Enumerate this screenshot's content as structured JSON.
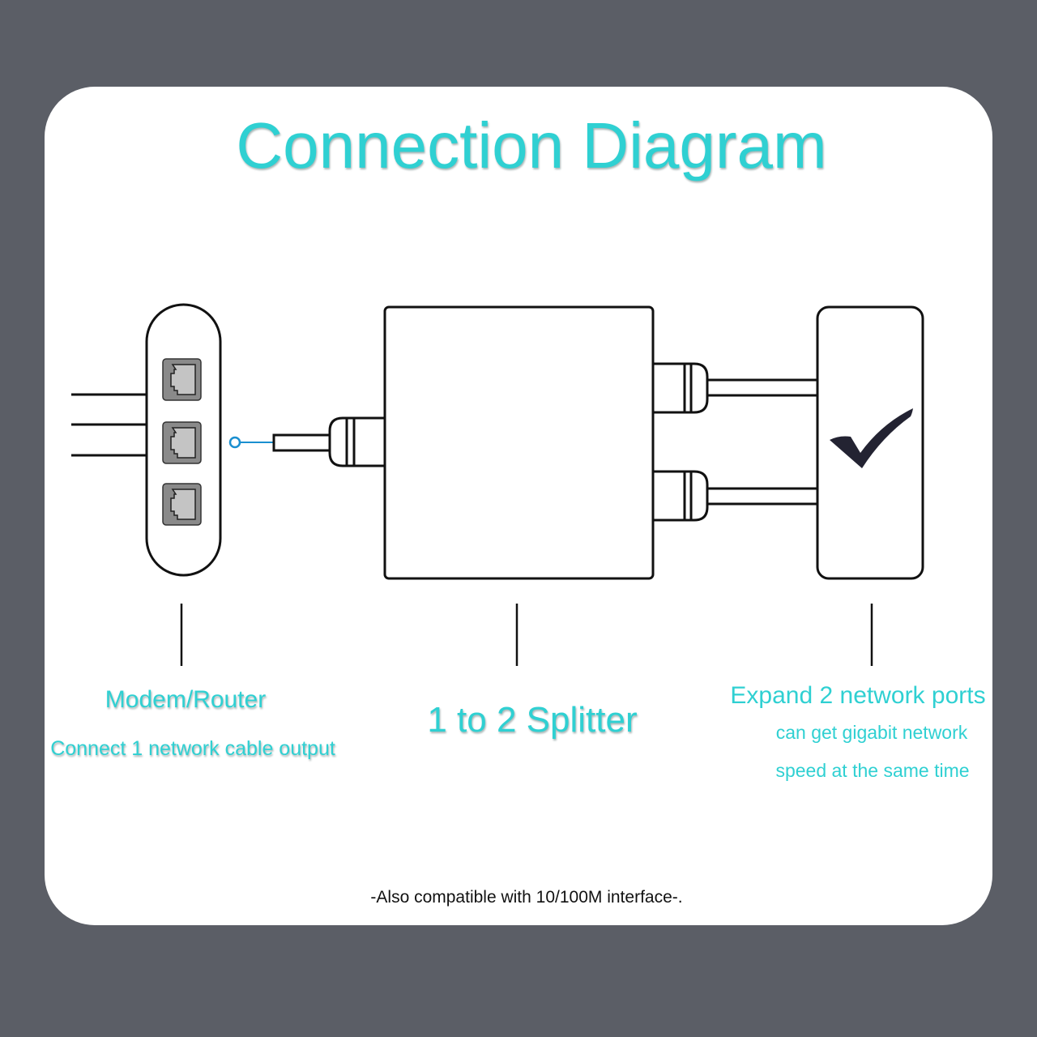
{
  "title": "Connection Diagram",
  "labels": {
    "modem": {
      "heading": "Modem/Router",
      "sub": "Connect 1 network cable output"
    },
    "splitter": {
      "heading": "1 to 2 Splitter"
    },
    "expand": {
      "heading": "Expand 2 network ports",
      "sub_line1": "can get gigabit network",
      "sub_line2": "speed at the same time"
    }
  },
  "footer": "-Also compatible with 10/100M interface-.",
  "colors": {
    "accent": "#2fd0d2",
    "background": "#5b5e66",
    "card": "#ffffff",
    "port": "#8a8a8a",
    "connector_dot": "#1a8fd0"
  },
  "icons": [
    "rj45-port-icon",
    "checkmark-icon"
  ]
}
